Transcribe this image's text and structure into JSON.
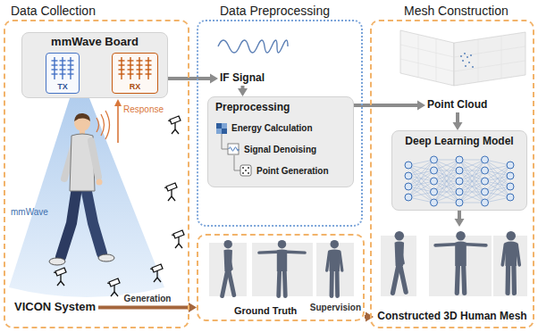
{
  "diagram": {
    "nodes": [
      {
        "text": [
          "Data Collection"
        ]
      },
      {
        "text": [
          "mmWave Board"
        ],
        "in": 0
      },
      {
        "text": [
          "TX"
        ],
        "in": 1
      },
      {
        "text": [
          "RX"
        ],
        "in": 1
      },
      {
        "text": [
          "VICON System"
        ],
        "in": 0
      },
      {
        "text": [
          "Data Preprocessing"
        ]
      },
      {
        "text": [
          "IF Signal"
        ],
        "in": 5
      },
      {
        "text": [
          "Preprocessing",
          "Energy Calculation",
          "Signal Denoising",
          "Point Generation"
        ],
        "in": 5
      },
      {
        "text": [
          "Ground Truth"
        ]
      },
      {
        "text": [
          "Mesh Construction"
        ]
      },
      {
        "text": [
          "Point Cloud"
        ],
        "in": 9
      },
      {
        "text": [
          "Deep Learning Model"
        ],
        "in": 9
      },
      {
        "text": [
          "Constructed 3D Human Mesh"
        ],
        "in": 9
      }
    ],
    "edges": [
      {
        "from": 1,
        "to": 6,
        "arrow": "to"
      },
      {
        "from": 6,
        "to": 7,
        "arrow": "to"
      },
      {
        "from": 7,
        "to": 10,
        "arrow": "to"
      },
      {
        "from": 10,
        "to": 11,
        "arrow": "to"
      },
      {
        "from": 11,
        "to": 12,
        "arrow": "to"
      },
      {
        "from": 4,
        "to": 8,
        "label": "Generation",
        "arrow": "to"
      },
      {
        "from": 8,
        "to": 12,
        "label": "Supervision",
        "arrow": "to"
      }
    ],
    "labels": [
      "Response",
      "mmWave"
    ]
  }
}
